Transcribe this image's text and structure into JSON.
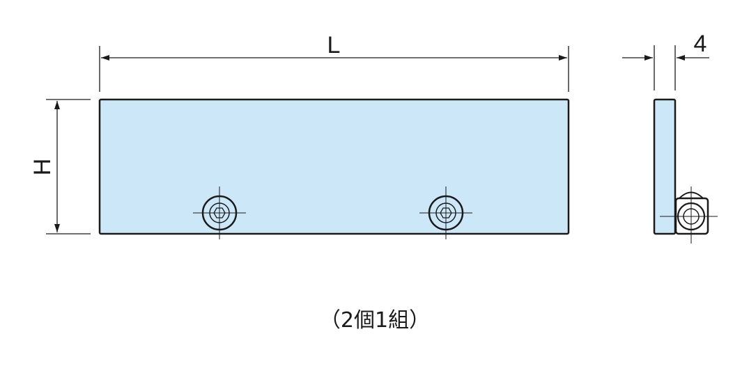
{
  "drawing": {
    "front_view": {
      "width_label": "L",
      "height_label": "H",
      "fill_color": "#cce7f7",
      "line_color": "#1a1a1a"
    },
    "side_view": {
      "thickness_label": "4"
    },
    "caption": "（2個1組）"
  }
}
